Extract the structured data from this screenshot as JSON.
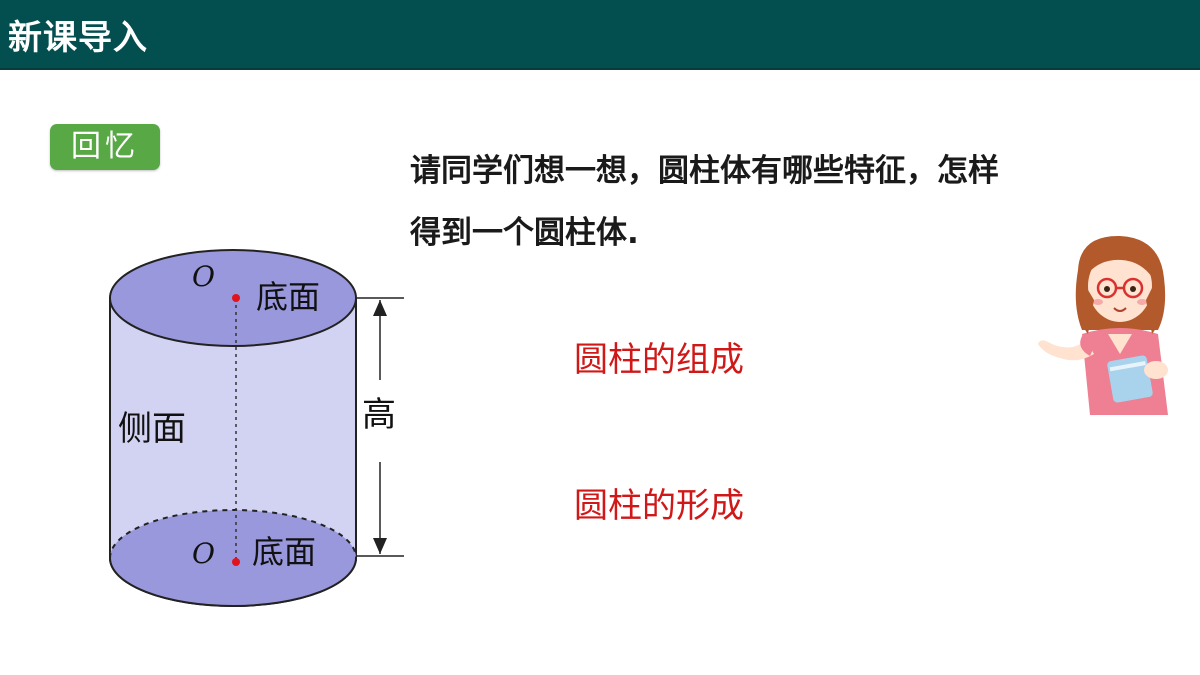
{
  "header": {
    "title": "新课导入",
    "bg_color": "#034f4f"
  },
  "badge": {
    "label": "回忆",
    "color": "#58a846"
  },
  "question": {
    "line1": "请同学们想一想，圆柱体有哪些特征，怎样",
    "line2": "得到一个圆柱体."
  },
  "items": {
    "composition": "圆柱的组成",
    "formation": "圆柱的形成",
    "color": "#d01818"
  },
  "cylinder": {
    "top_center": "O",
    "top_base": "底面",
    "side": "侧面",
    "height": "高",
    "bottom_center": "O",
    "bottom_base": "底面"
  }
}
